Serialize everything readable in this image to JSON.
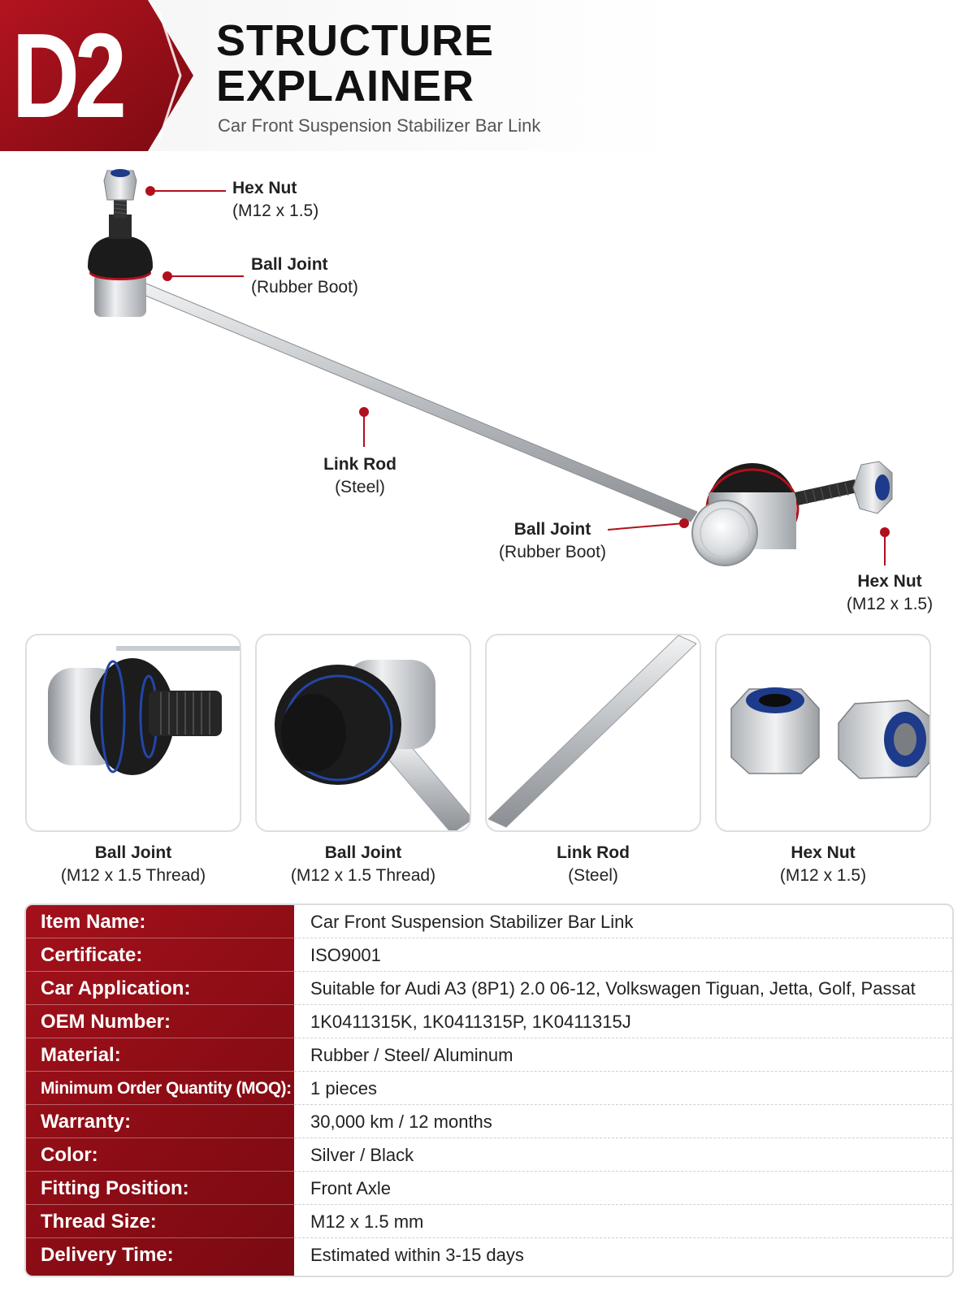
{
  "header": {
    "badge": "D2",
    "title_line1": "STRUCTURE",
    "title_line2": "EXPLAINER",
    "subtitle": "Car Front Suspension Stabilizer Bar Link"
  },
  "diagram": {
    "callouts": [
      {
        "name": "Hex Nut",
        "spec": "(M12 x 1.5)"
      },
      {
        "name": "Ball Joint",
        "spec": "(Rubber Boot)"
      },
      {
        "name": "Link Rod",
        "spec": "(Steel)"
      },
      {
        "name": "Ball Joint",
        "spec": "(Rubber Boot)"
      },
      {
        "name": "Hex Nut",
        "spec": "(M12 x 1.5)"
      }
    ]
  },
  "thumbnails": [
    {
      "name": "Ball Joint",
      "spec": "(M12 x 1.5 Thread)"
    },
    {
      "name": "Ball Joint",
      "spec": "(M12 x 1.5 Thread)"
    },
    {
      "name": "Link Rod",
      "spec": "(Steel)"
    },
    {
      "name": "Hex Nut",
      "spec": "(M12 x 1.5)"
    }
  ],
  "spec_table": {
    "rows": [
      {
        "label": "Item Name:",
        "value": "Car Front Suspension Stabilizer Bar Link"
      },
      {
        "label": "Certificate:",
        "value": "ISO9001"
      },
      {
        "label": "Car Application:",
        "value": "Suitable for Audi A3 (8P1) 2.0 06-12, Volkswagen Tiguan, Jetta, Golf, Passat"
      },
      {
        "label": "OEM Number:",
        "value": "1K0411315K, 1K0411315P, 1K0411315J"
      },
      {
        "label": "Material:",
        "value": "Rubber / Steel/ Aluminum"
      },
      {
        "label": "Minimum Order Quantity (MOQ):",
        "value": "1 pieces"
      },
      {
        "label": "Warranty:",
        "value": "30,000 km / 12 months"
      },
      {
        "label": "Color:",
        "value": "Silver / Black"
      },
      {
        "label": "Fitting Position:",
        "value": "Front Axle"
      },
      {
        "label": "Thread Size:",
        "value": "M12 x 1.5 mm"
      },
      {
        "label": "Delivery Time:",
        "value": "Estimated within 3-15 days"
      }
    ]
  },
  "colors": {
    "brand_red": "#a3111b",
    "callout_red": "#b0101c",
    "steel": "#c8ccd0",
    "rubber": "#1a1a1a",
    "nut_insert": "#1e3a8a"
  }
}
